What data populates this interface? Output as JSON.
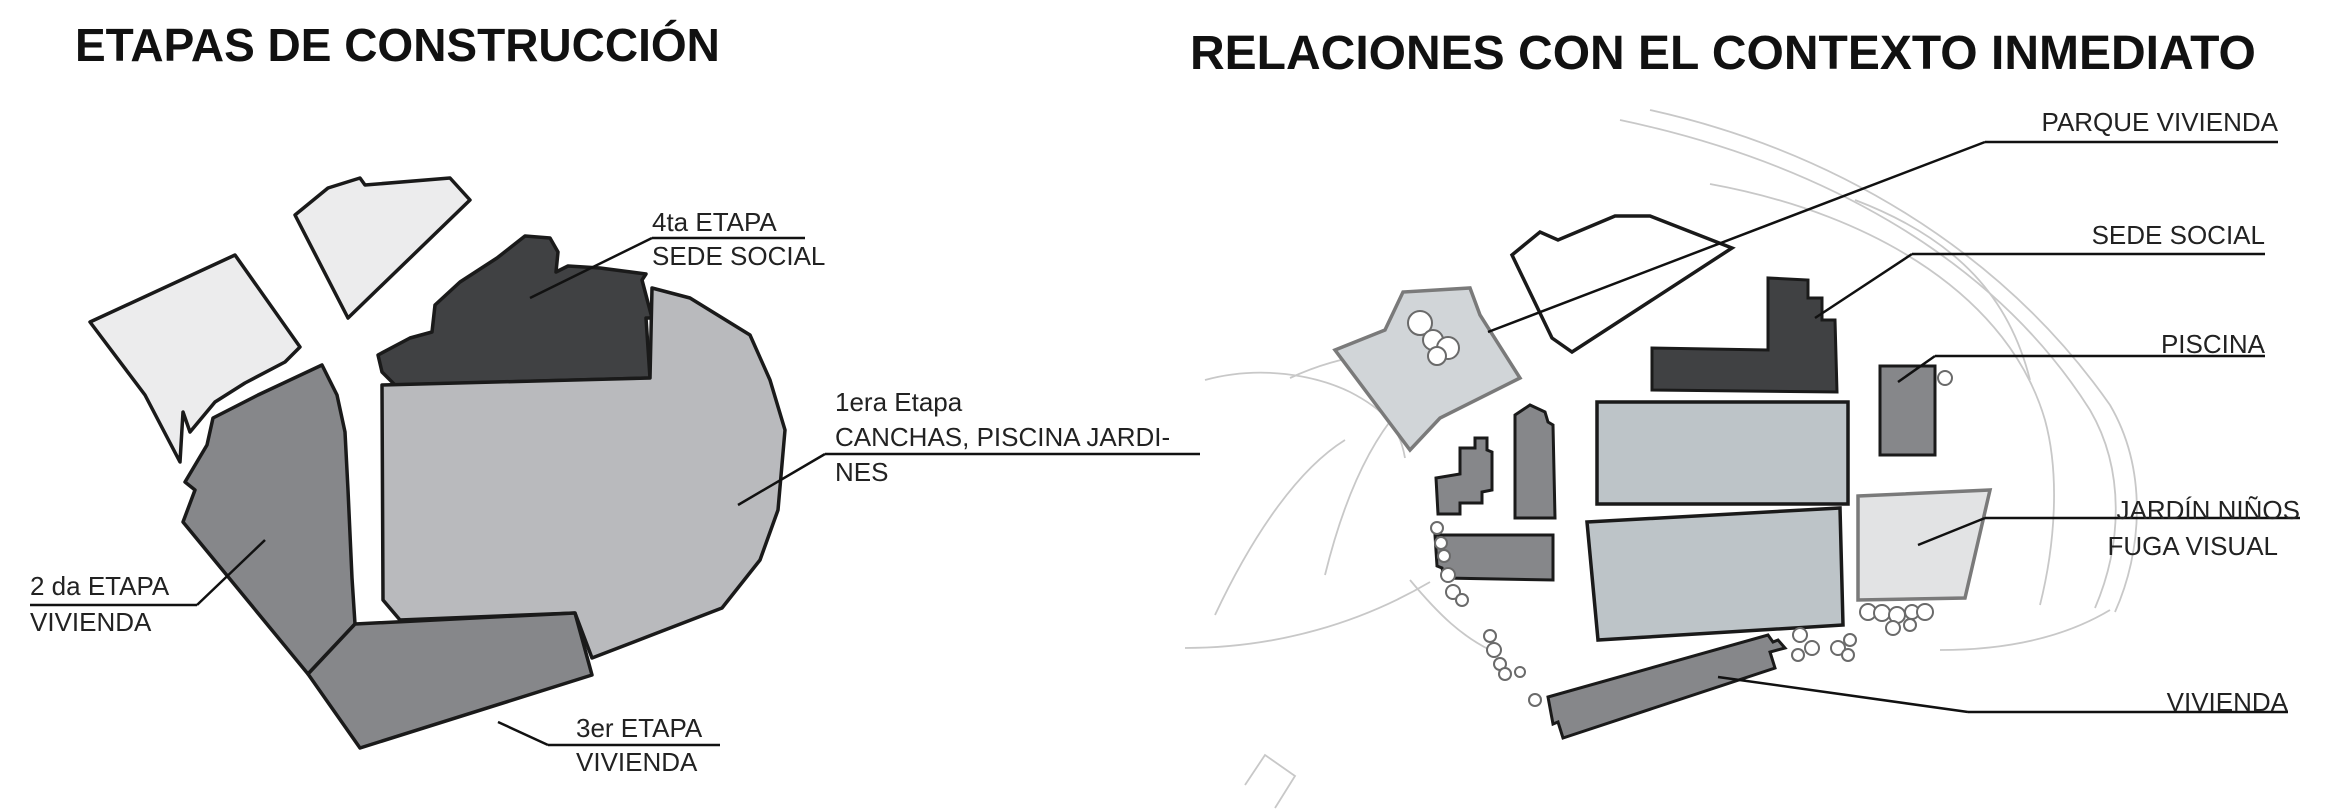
{
  "titles": {
    "left": "ETAPAS DE CONSTRUCCIÓN",
    "right": "RELACIONES CON EL CONTEXTO INMEDIATO"
  },
  "colors": {
    "stage1": "#b9babd",
    "stage2": "#86878a",
    "stage3": "#86878a",
    "stage4": "#404143",
    "light": "#ececed",
    "pool": "#bdc4c8",
    "outline": "#1a1a1a"
  },
  "stages": {
    "stage4": {
      "line1": "4ta ETAPA",
      "line2": "SEDE SOCIAL"
    },
    "stage1": {
      "line1": "1era Etapa",
      "line2": "CANCHAS, PISCINA JARDI-",
      "line3": "NES"
    },
    "stage2": {
      "line1": "2 da ETAPA",
      "line2": "VIVIENDA"
    },
    "stage3": {
      "line1": "3er ETAPA",
      "line2": "VIVIENDA"
    }
  },
  "context": {
    "parque": "PARQUE VIVIENDA",
    "sede": "SEDE SOCIAL",
    "piscina": "PISCINA",
    "jardin_line1": "JARDÍN NIÑOS",
    "jardin_line2": "FUGA VISUAL",
    "vivienda": "VIVIENDA"
  }
}
